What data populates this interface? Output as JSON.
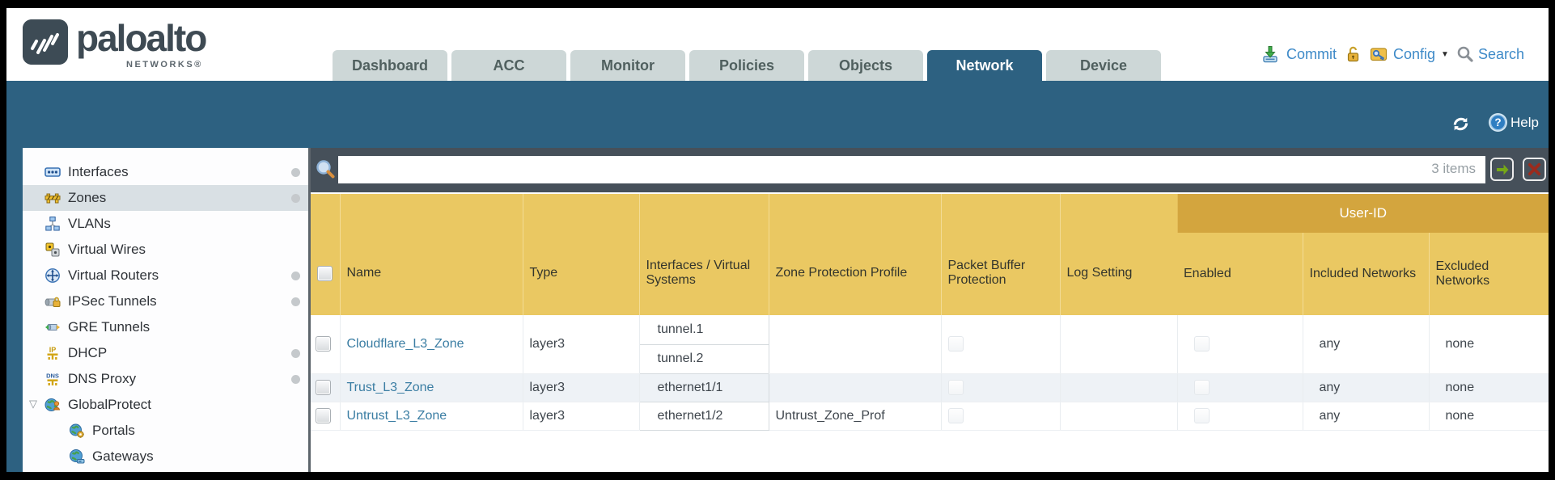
{
  "brand": {
    "name": "paloalto",
    "sub": "NETWORKS®"
  },
  "nav": {
    "tabs": [
      {
        "label": "Dashboard",
        "active": false
      },
      {
        "label": "ACC",
        "active": false
      },
      {
        "label": "Monitor",
        "active": false
      },
      {
        "label": "Policies",
        "active": false
      },
      {
        "label": "Objects",
        "active": false
      },
      {
        "label": "Network",
        "active": true
      },
      {
        "label": "Device",
        "active": false
      }
    ],
    "actions": {
      "commit": "Commit",
      "config": "Config",
      "search": "Search"
    }
  },
  "banner": {
    "help": "Help"
  },
  "sidebar": {
    "items": [
      {
        "label": "Interfaces",
        "icon": "interfaces-icon",
        "dot": true
      },
      {
        "label": "Zones",
        "icon": "zones-icon",
        "dot": true,
        "selected": true
      },
      {
        "label": "VLANs",
        "icon": "vlans-icon",
        "dot": false
      },
      {
        "label": "Virtual Wires",
        "icon": "virtual-wires-icon",
        "dot": false
      },
      {
        "label": "Virtual Routers",
        "icon": "virtual-routers-icon",
        "dot": true
      },
      {
        "label": "IPSec Tunnels",
        "icon": "ipsec-tunnels-icon",
        "dot": true
      },
      {
        "label": "GRE Tunnels",
        "icon": "gre-tunnels-icon",
        "dot": false
      },
      {
        "label": "DHCP",
        "icon": "dhcp-icon",
        "dot": true
      },
      {
        "label": "DNS Proxy",
        "icon": "dns-proxy-icon",
        "dot": true
      },
      {
        "label": "GlobalProtect",
        "icon": "globalprotect-icon",
        "dot": false,
        "expander": true
      },
      {
        "label": "Portals",
        "icon": "portals-icon",
        "dot": false,
        "indent": true
      },
      {
        "label": "Gateways",
        "icon": "gateways-icon",
        "dot": false,
        "indent": true
      }
    ]
  },
  "filterbar": {
    "value": "",
    "items_count": "3 items"
  },
  "table": {
    "group_header": "User-ID",
    "columns": [
      "Name",
      "Type",
      "Interfaces / Virtual Systems",
      "Zone Protection Profile",
      "Packet Buffer Protection",
      "Log Setting",
      "Enabled",
      "Included Networks",
      "Excluded Networks"
    ],
    "rows": [
      {
        "name": "Cloudflare_L3_Zone",
        "type": "layer3",
        "interfaces": [
          "tunnel.1",
          "tunnel.2"
        ],
        "zone_protection_profile": "",
        "packet_buffer_protection": false,
        "log_setting": "",
        "enabled": false,
        "included_networks": "any",
        "excluded_networks": "none"
      },
      {
        "name": "Trust_L3_Zone",
        "type": "layer3",
        "interfaces": [
          "ethernet1/1"
        ],
        "zone_protection_profile": "",
        "packet_buffer_protection": false,
        "log_setting": "",
        "enabled": false,
        "included_networks": "any",
        "excluded_networks": "none"
      },
      {
        "name": "Untrust_L3_Zone",
        "type": "layer3",
        "interfaces": [
          "ethernet1/2"
        ],
        "zone_protection_profile": "Untrust_Zone_Prof",
        "packet_buffer_protection": false,
        "log_setting": "",
        "enabled": false,
        "included_networks": "any",
        "excluded_networks": "none"
      }
    ]
  },
  "colors": {
    "teal_band": "#2d6181",
    "slate_bar": "#46505a",
    "amber_header": "#eac862",
    "user_id_band": "#d3a53e",
    "link": "#3a7da3",
    "stripe_row": "#eef2f6",
    "tab_inactive": "#cdd7d7",
    "action_link": "#3e8ac8"
  }
}
